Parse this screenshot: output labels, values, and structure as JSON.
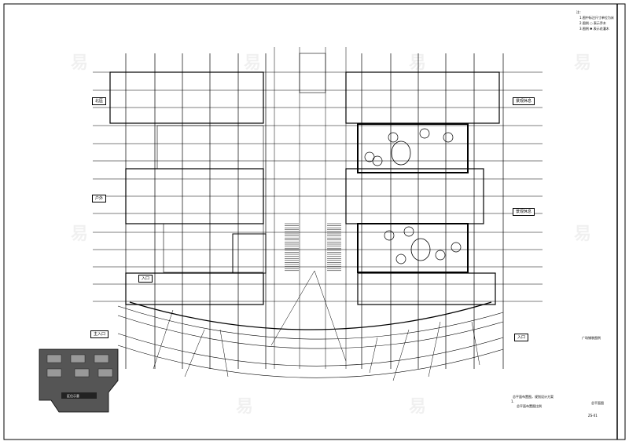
{
  "drawing": {
    "title_note": "注：",
    "legend_lines": [
      "1.图中标注尺寸单位为米",
      "2.图例 ○ 表示乔木",
      "3.图例 ✱ 表示花灌木"
    ],
    "labels": {
      "left_top": "北區",
      "left_mid": "户外",
      "left_low": "入口",
      "left_bottom": "主入口",
      "right_top": "景观休息",
      "right_mid": "景观休息",
      "right_bottom": "入口",
      "right_side_note": "广场铺装图例"
    },
    "footer_notes": [
      "总平面布置图，规划设计方案",
      "1.",
      "总平面布置图比例"
    ],
    "sheet_title": "总平面图",
    "sheet_number": "ZS-01",
    "inset_caption": "区位示意",
    "watermark": "易"
  }
}
